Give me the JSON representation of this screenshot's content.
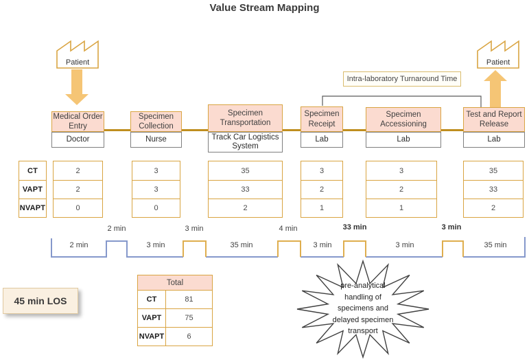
{
  "title": "Value Stream Mapping",
  "suppliers": {
    "left_label": "Patient",
    "right_label": "Patient"
  },
  "intra_lab_label": "Intra-laboratory Turnaround Time",
  "processes": [
    {
      "name": "Medical Order Entry",
      "actor": "Doctor"
    },
    {
      "name": "Specimen Collection",
      "actor": "Nurse"
    },
    {
      "name": "Specimen Transportation",
      "actor": "Track Car Logistics System"
    },
    {
      "name": "Specimen Receipt",
      "actor": "Lab"
    },
    {
      "name": "Specimen Accessioning",
      "actor": "Lab"
    },
    {
      "name": "Test and Report Release",
      "actor": "Lab"
    }
  ],
  "metrics": {
    "row_labels": [
      "CT",
      "VAPT",
      "NVAPT"
    ],
    "columns": [
      [
        "2",
        "2",
        "0"
      ],
      [
        "3",
        "3",
        "0"
      ],
      [
        "35",
        "33",
        "2"
      ],
      [
        "3",
        "2",
        "1"
      ],
      [
        "3",
        "2",
        "1"
      ],
      [
        "35",
        "33",
        "2"
      ]
    ]
  },
  "timeline": {
    "process_times": [
      "2 min",
      "3 min",
      "35 min",
      "3 min",
      "3 min",
      "35 min"
    ],
    "wait_times": [
      "2 min",
      "3 min",
      "4 min",
      "33 min",
      "3 min"
    ]
  },
  "los_label": "45 min LOS",
  "total_table": {
    "header": "Total",
    "rows": [
      [
        "CT",
        "81"
      ],
      [
        "VAPT",
        "75"
      ],
      [
        "NVAPT",
        "6"
      ]
    ]
  },
  "burst_lines": [
    "pre-analytical",
    "handling of",
    "specimens and",
    "delayed specimen",
    "transport"
  ],
  "colors": {
    "pink_fill": "#fbdbd0",
    "tan_border": "#d9a441",
    "connector_gold": "#bf8e1f",
    "arrow_orange": "#f5c575",
    "timeline_blue": "#8598cb",
    "timeline_orange": "#dfae4e",
    "los_cream": "#faf0e1"
  }
}
